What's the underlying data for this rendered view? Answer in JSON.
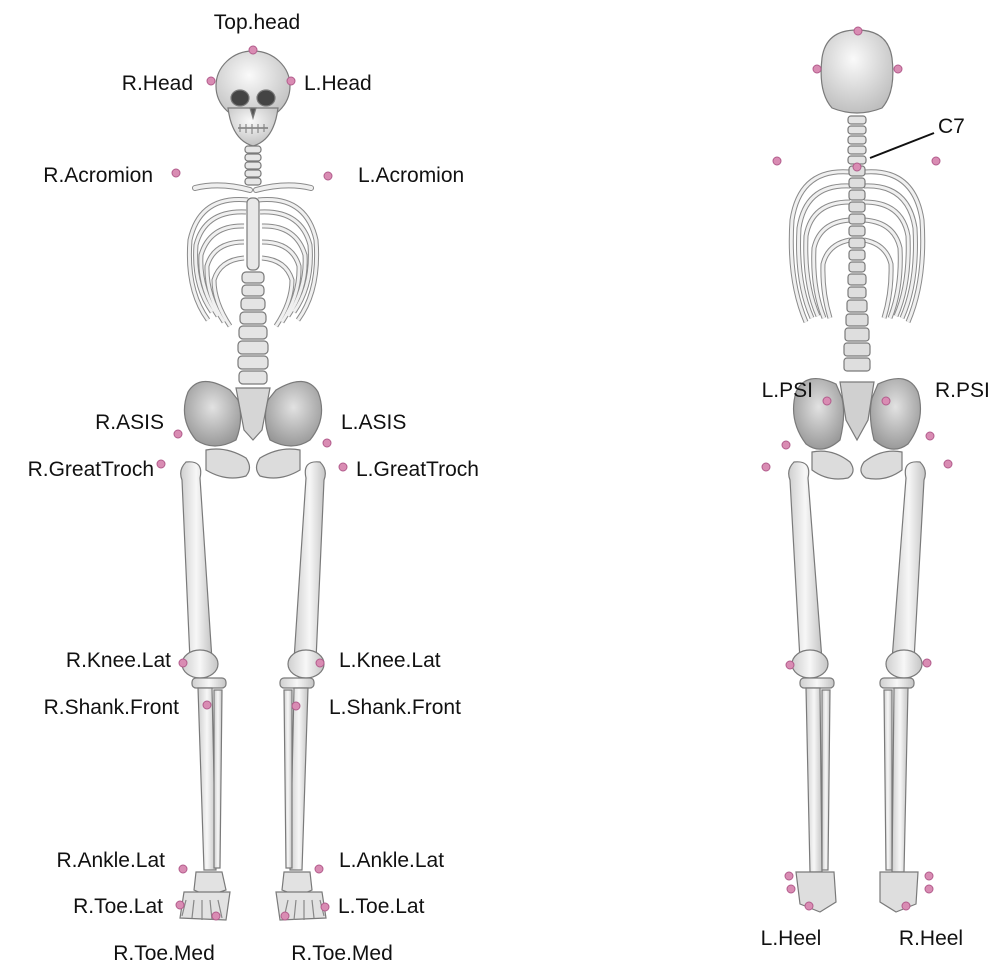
{
  "colors": {
    "bone": "#ececec",
    "bone_edge": "#8a8a8a",
    "bone_shade": "#bdbdbd",
    "marker": "#d98cb3",
    "marker_edge": "#b25c8c",
    "line": "#111111",
    "text": "#111111"
  },
  "front_view": {
    "labels": {
      "top_head": "Top.head",
      "r_head": "R.Head",
      "l_head": "L.Head",
      "r_acromion": "R.Acromion",
      "l_acromion": "L.Acromion",
      "r_asis": "R.ASIS",
      "l_asis": "L.ASIS",
      "r_greattroch": "R.GreatTroch",
      "l_greattroch": "L.GreatTroch",
      "r_knee_lat": "R.Knee.Lat",
      "l_knee_lat": "L.Knee.Lat",
      "r_shank_front": "R.Shank.Front",
      "l_shank_front": "L.Shank.Front",
      "r_ankle_lat": "R.Ankle.Lat",
      "l_ankle_lat": "L.Ankle.Lat",
      "r_toe_lat": "R.Toe.Lat",
      "l_toe_lat": "L.Toe.Lat",
      "r_toe_med_1": "R.Toe.Med",
      "r_toe_med_2": "R.Toe.Med"
    }
  },
  "back_view": {
    "labels": {
      "c7": "C7",
      "l_psi": "L.PSI",
      "r_psi": "R.PSI",
      "l_heel": "L.Heel",
      "r_heel": "R.Heel"
    }
  }
}
